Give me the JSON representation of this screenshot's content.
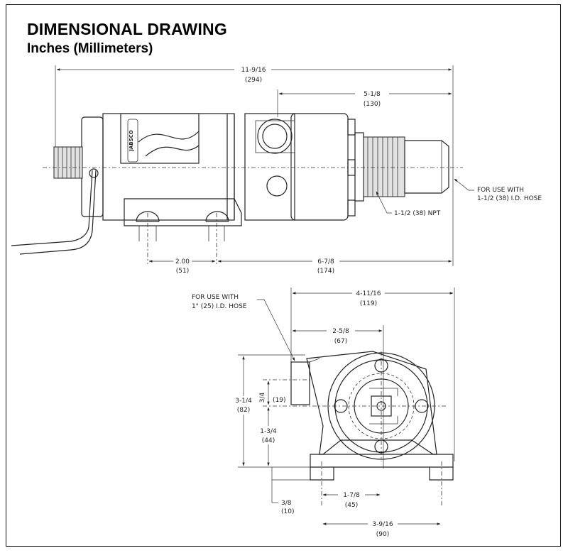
{
  "drawing": {
    "title": "DIMENSIONAL DRAWING",
    "subtitle": "Inches (Millimeters)"
  },
  "side_view": {
    "brand_mark": "JABSCO",
    "dimensions": [
      {
        "id": "overall_length",
        "value": "11-9/16",
        "metric": "(294)"
      },
      {
        "id": "head_to_end",
        "value": "5-1/8",
        "metric": "(130)"
      },
      {
        "id": "foot_spacing",
        "value": "2.00",
        "metric": "(51)"
      },
      {
        "id": "foot_to_end",
        "value": "6-7/8",
        "metric": "(174)"
      }
    ],
    "callouts": {
      "outlet_hose_line1": "FOR USE WITH",
      "outlet_hose_line2": "1-1/2 (38) I.D. HOSE",
      "thread": "1-1/2 (38) NPT"
    }
  },
  "end_view": {
    "dimensions": [
      {
        "id": "overall_width",
        "value": "4-11/16",
        "metric": "(119)"
      },
      {
        "id": "inlet_offset",
        "value": "2-5/8",
        "metric": "(67)"
      },
      {
        "id": "overall_height",
        "value": "3-1/4",
        "metric": "(82)"
      },
      {
        "id": "inlet_to_center",
        "value": "3/4",
        "metric": "(19)"
      },
      {
        "id": "center_height",
        "value": "1-3/4",
        "metric": "(44)"
      },
      {
        "id": "foot_thickness",
        "value": "3/8",
        "metric": "(10)"
      },
      {
        "id": "center_to_foot_hole",
        "value": "1-7/8",
        "metric": "(45)"
      },
      {
        "id": "foot_hole_spacing",
        "value": "3-9/16",
        "metric": "(90)"
      }
    ],
    "callouts": {
      "inlet_hose_line1": "FOR USE WITH",
      "inlet_hose_line2": "1\" (25) I.D. HOSE"
    }
  }
}
